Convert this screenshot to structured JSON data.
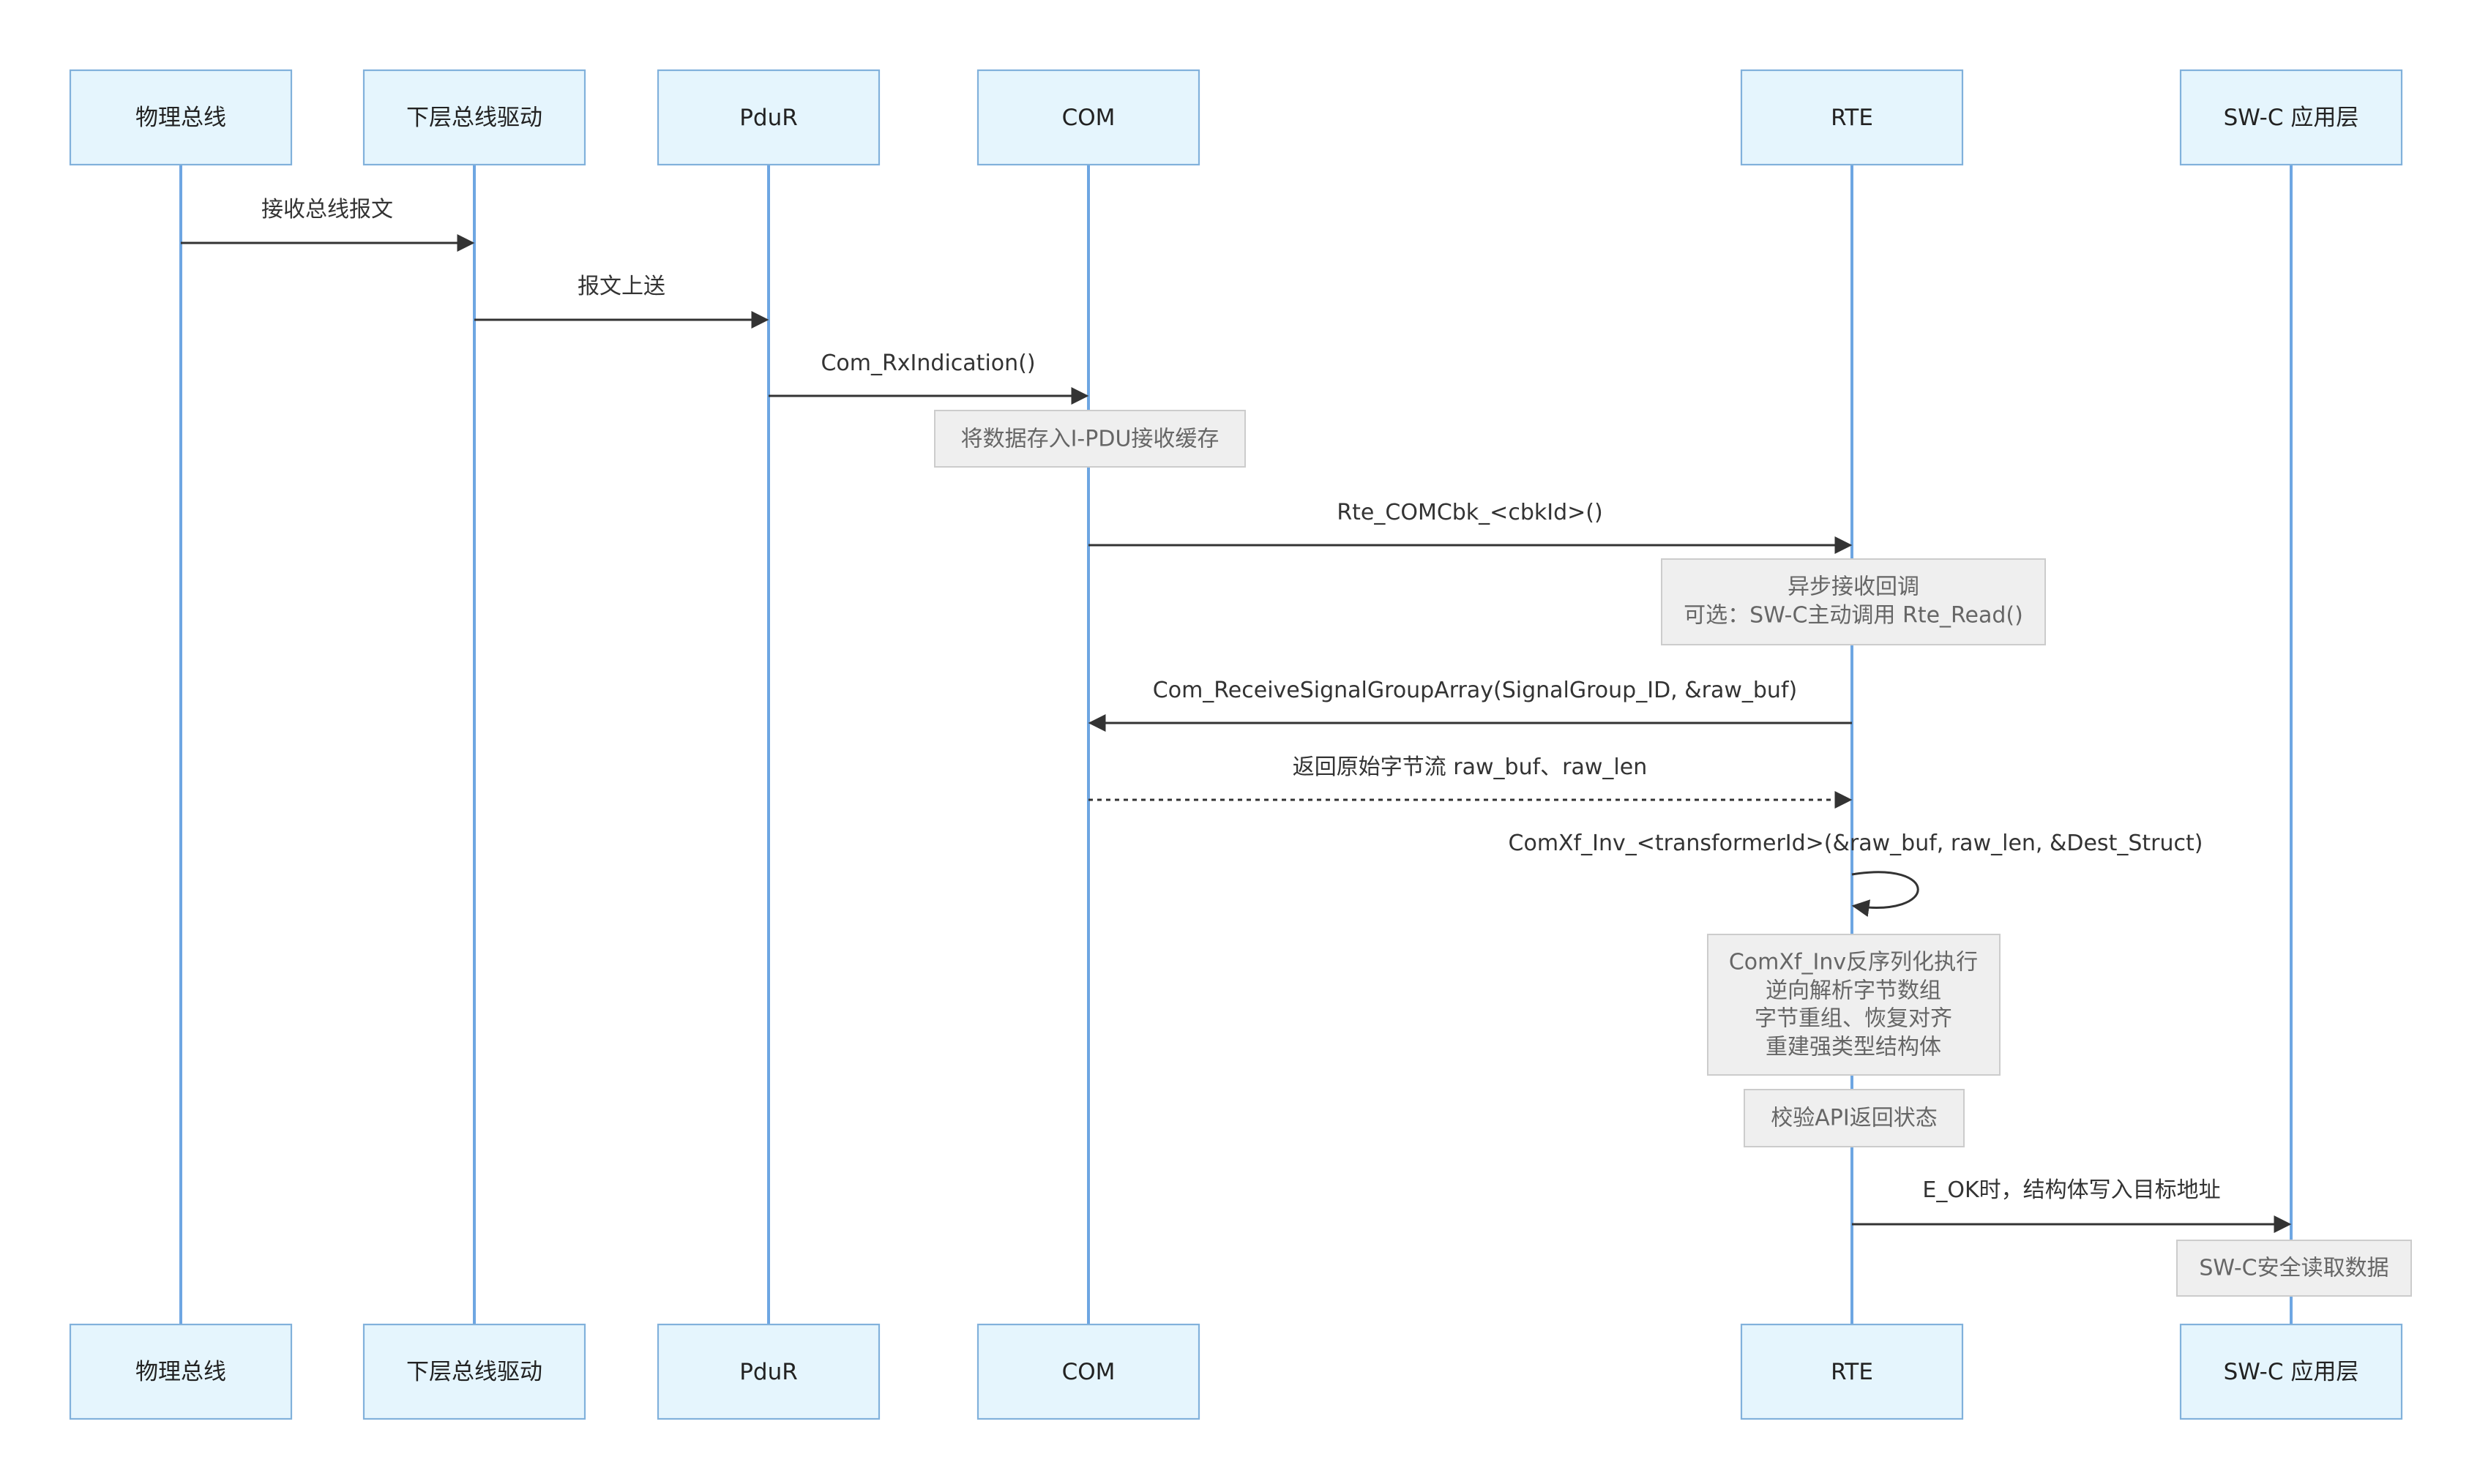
{
  "participants": [
    {
      "id": "bus",
      "label": "物理总线"
    },
    {
      "id": "drv",
      "label": "下层总线驱动"
    },
    {
      "id": "pdur",
      "label": "PduR"
    },
    {
      "id": "com",
      "label": "COM"
    },
    {
      "id": "rte",
      "label": "RTE"
    },
    {
      "id": "swc",
      "label": "SW-C 应用层"
    }
  ],
  "messages": [
    {
      "from": "bus",
      "to": "drv",
      "label": "接收总线报文",
      "style": "solid"
    },
    {
      "from": "drv",
      "to": "pdur",
      "label": "报文上送",
      "style": "solid"
    },
    {
      "from": "pdur",
      "to": "com",
      "label": "Com_RxIndication()",
      "style": "solid"
    },
    {
      "from": "com",
      "to": "rte",
      "label": "Rte_COMCbk_<cbkId>()",
      "style": "solid"
    },
    {
      "from": "rte",
      "to": "com",
      "label": "Com_ReceiveSignalGroupArray(SignalGroup_ID, &raw_buf)",
      "style": "solid"
    },
    {
      "from": "com",
      "to": "rte",
      "label": "返回原始字节流 raw_buf、raw_len",
      "style": "dotted"
    },
    {
      "from": "rte",
      "to": "rte",
      "label": "ComXf_Inv_<transformerId>(&raw_buf, raw_len, &Dest_Struct)",
      "style": "solid"
    },
    {
      "from": "rte",
      "to": "swc",
      "label": "E_OK时，结构体写入目标地址",
      "style": "solid"
    }
  ],
  "notes": [
    {
      "over": "com",
      "lines": [
        "将数据存入I-PDU接收缓存"
      ]
    },
    {
      "over": "rte",
      "lines": [
        "异步接收回调",
        "可选：SW-C主动调用 Rte_Read()"
      ]
    },
    {
      "over": "rte",
      "lines": [
        "ComXf_Inv反序列化执行",
        "逆向解析字节数组",
        "字节重组、恢复对齐",
        "重建强类型结构体"
      ]
    },
    {
      "over": "rte",
      "lines": [
        "校验API返回状态"
      ]
    },
    {
      "over": "swc",
      "lines": [
        "SW-C安全读取数据"
      ]
    }
  ]
}
